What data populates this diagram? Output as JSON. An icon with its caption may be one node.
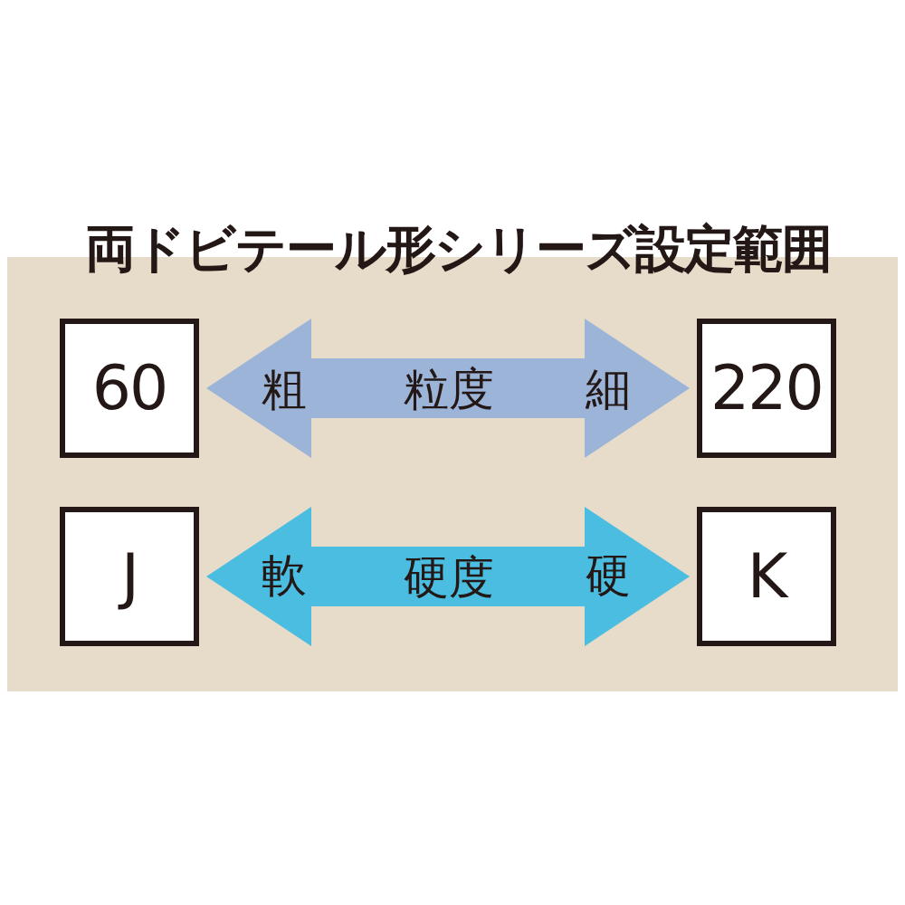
{
  "diagram": {
    "title": "両ドビテール形シリーズ設定範囲",
    "nodes": [
      {
        "text": [
          "60"
        ]
      },
      {
        "text": [
          "220"
        ]
      },
      {
        "text": [
          "J"
        ]
      },
      {
        "text": [
          "K"
        ]
      }
    ],
    "edges": [
      {
        "from": 0,
        "to": 1,
        "arrow": "both",
        "label": "粒度",
        "style": "thick",
        "color": "#9bb4d8"
      },
      {
        "from": 2,
        "to": 3,
        "arrow": "both",
        "label": "硬度",
        "style": "thick",
        "color": "#4bbde0"
      }
    ],
    "labels": [
      "粗",
      "細",
      "軟",
      "硬"
    ]
  }
}
